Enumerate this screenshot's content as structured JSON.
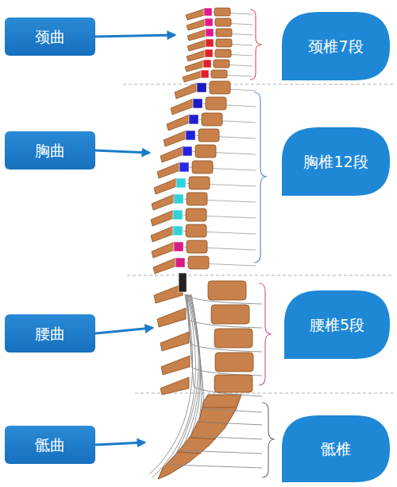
{
  "diagram": {
    "nodes": [
      {
        "text": [
          "颈曲"
        ]
      },
      {
        "text": [
          "颈椎7段"
        ]
      },
      {
        "text": [
          "胸曲"
        ]
      },
      {
        "text": [
          "胸椎12段"
        ]
      },
      {
        "text": [
          "腰曲"
        ]
      },
      {
        "text": [
          "腰椎5段"
        ]
      },
      {
        "text": [
          "骶曲"
        ]
      },
      {
        "text": [
          "骶椎"
        ]
      }
    ]
  }
}
